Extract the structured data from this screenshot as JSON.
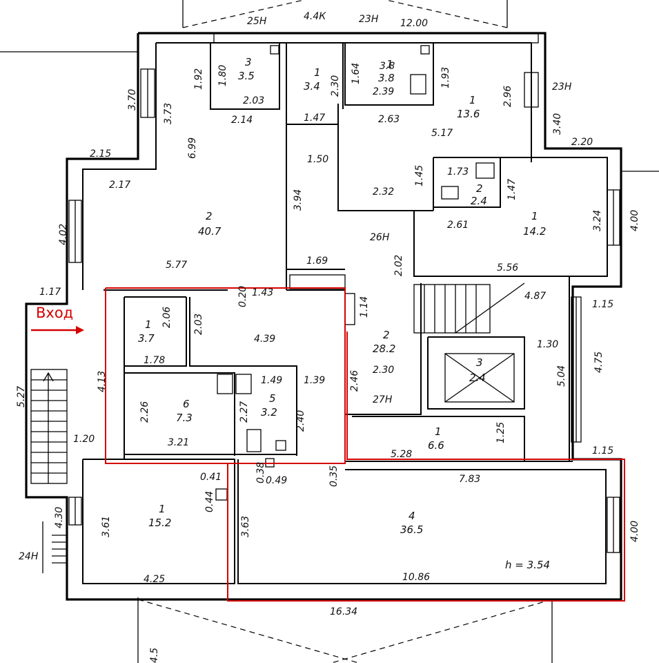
{
  "entrance": {
    "label": "Вход",
    "color": "#d40000"
  },
  "highlight_color": "#d40000",
  "rooms": [
    {
      "id": "r-25h-3",
      "num": "3",
      "area": "3.5"
    },
    {
      "id": "r-44k-1",
      "num": "1",
      "area": "3.4"
    },
    {
      "id": "r-23h-1",
      "num": "1",
      "area": "3.8"
    },
    {
      "id": "r-13",
      "num": "1",
      "area": "13.6"
    },
    {
      "id": "r-40",
      "num": "2",
      "area": "40.7"
    },
    {
      "id": "r-wc-2",
      "num": "2",
      "area": "2.4"
    },
    {
      "id": "r-14",
      "num": "1",
      "area": "14.2"
    },
    {
      "id": "r-entry-1",
      "num": "1",
      "area": "3.7"
    },
    {
      "id": "r-28",
      "num": "2",
      "area": "28.2"
    },
    {
      "id": "r-lift-3",
      "num": "3",
      "area": "2.4"
    },
    {
      "id": "r-7",
      "num": "6",
      "area": "7.3"
    },
    {
      "id": "r-bath-5",
      "num": "5",
      "area": "3.2"
    },
    {
      "id": "r-6",
      "num": "1",
      "area": "6.6"
    },
    {
      "id": "r-15",
      "num": "1",
      "area": "15.2"
    },
    {
      "id": "r-36",
      "num": "4",
      "area": "36.5"
    }
  ],
  "dimensions": [
    "25Н",
    "4.4К",
    "23Н",
    "12.00",
    "1.80",
    "1.92",
    "1.64",
    "3.8",
    "1.93",
    "2.30",
    "2.03",
    "2.39",
    "2.96",
    "23Н",
    "3.70",
    "3.73",
    "2.14",
    "1.47",
    "2.63",
    "5.17",
    "3.40",
    "6.99",
    "1.50",
    "2.20",
    "2.15",
    "1.45",
    "1.73",
    "2.17",
    "2.32",
    "1.47",
    "4.02",
    "3.94",
    "2.61",
    "3.24",
    "4.00",
    "26Н",
    "5.77",
    "1.69",
    "2.02",
    "5.56",
    "1.17",
    "0.20",
    "1.43",
    "1.14",
    "4.87",
    "1.15",
    "2.06",
    "2.03",
    "4.39",
    "1.30",
    "4.75",
    "1.78",
    "1.49",
    "1.39",
    "2.46",
    "2.30",
    "5.04",
    "4.13",
    "2.26",
    "2.27",
    "2.40",
    "5.27",
    "27Н",
    "3.21",
    "1.20",
    "5.28",
    "1.25",
    "1.15",
    "0.41",
    "0.35",
    "0.38",
    "0.49",
    "7.83",
    "0.44",
    "4.30",
    "3.61",
    "3.63",
    "4.00",
    "24Н",
    "4.25",
    "10.86",
    "16.34",
    "4.5"
  ],
  "height_note": "h = 3.54"
}
